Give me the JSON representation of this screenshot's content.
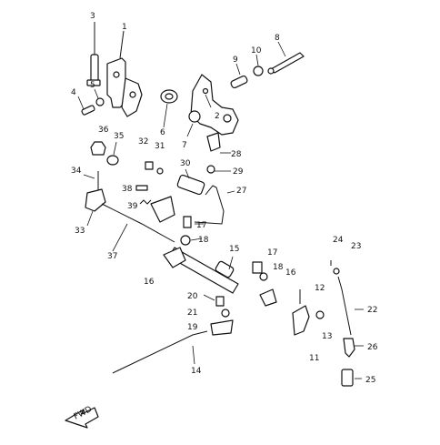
{
  "labels": {
    "c1": "1",
    "c2": "2",
    "c3": "3",
    "c4": "4",
    "c5": "5",
    "c6": "6",
    "c7": "7",
    "c8": "8",
    "c9": "9",
    "c10": "10",
    "c11": "11",
    "c12": "12",
    "c13": "13",
    "c14": "14",
    "c15": "15",
    "c16a": "16",
    "c16b": "16",
    "c17a": "17",
    "c17b": "17",
    "c18a": "18",
    "c18b": "18",
    "c19": "19",
    "c20": "20",
    "c21": "21",
    "c22": "22",
    "c23": "23",
    "c24": "24",
    "c25": "25",
    "c26": "26",
    "c27": "27",
    "c28": "28",
    "c29": "29",
    "c30": "30",
    "c31": "31",
    "c32": "32",
    "c33": "33",
    "c34": "34",
    "c35": "35",
    "c36": "36",
    "c37": "37",
    "c38": "38",
    "c39": "39"
  },
  "fwd_badge": "FWD"
}
